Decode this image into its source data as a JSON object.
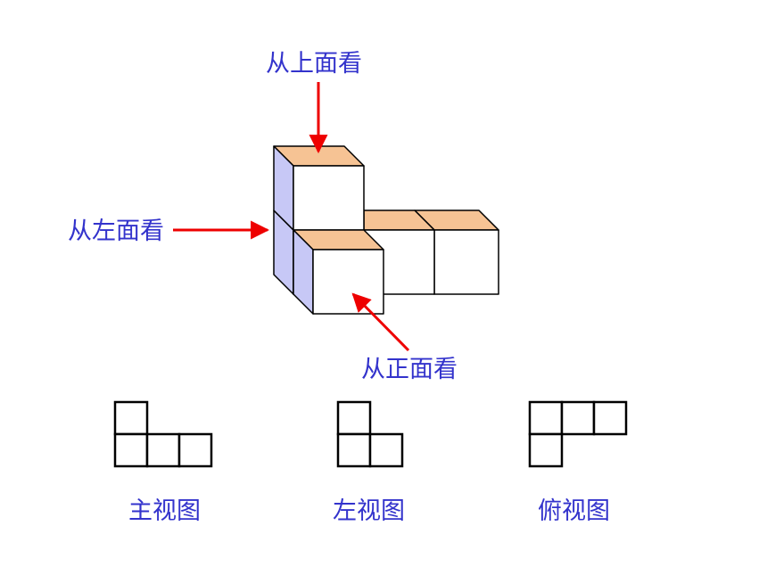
{
  "labels": {
    "view_from_top": "从上面看",
    "view_from_left": "从左面看",
    "view_from_front": "从正面看"
  },
  "captions": {
    "front_view": "主视图",
    "left_view": "左视图",
    "top_view": "俯视图"
  },
  "colors": {
    "label_text": "#3333cc",
    "arrow": "#ee0000",
    "top_face": "#f6c394",
    "side_face": "#c7c8f6",
    "front_face": "#ffffff",
    "edge": "#000000"
  },
  "views": {
    "front_view_cells": [
      [
        0,
        0
      ],
      [
        0,
        1
      ],
      [
        1,
        1
      ],
      [
        2,
        1
      ]
    ],
    "left_view_cells": [
      [
        0,
        0
      ],
      [
        0,
        1
      ],
      [
        1,
        1
      ]
    ],
    "top_view_cells": [
      [
        0,
        0
      ],
      [
        1,
        0
      ],
      [
        2,
        0
      ],
      [
        0,
        1
      ]
    ]
  }
}
